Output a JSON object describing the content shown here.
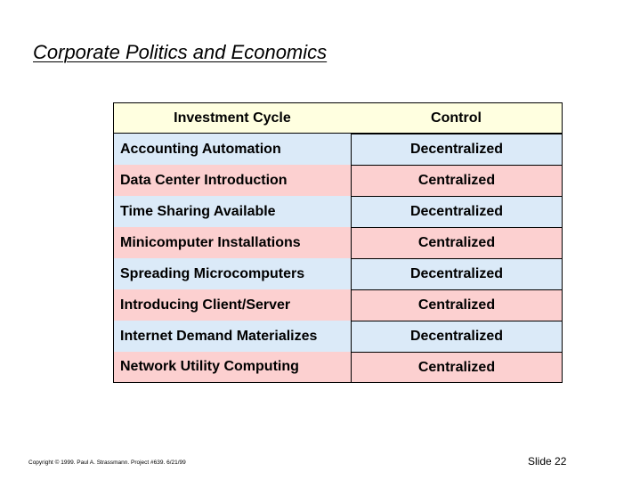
{
  "title": "Corporate Politics and Economics",
  "table": {
    "headers": [
      "Investment Cycle",
      "Control"
    ],
    "rows": [
      {
        "cycle": "Accounting Automation",
        "control": "Decentralized",
        "color": "#dbeaf8"
      },
      {
        "cycle": "Data Center Introduction",
        "control": "Centralized",
        "color": "#fcd0d0"
      },
      {
        "cycle": "Time Sharing Available",
        "control": "Decentralized",
        "color": "#dbeaf8"
      },
      {
        "cycle": "Minicomputer Installations",
        "control": "Centralized",
        "color": "#fcd0d0"
      },
      {
        "cycle": "Spreading Microcomputers",
        "control": "Decentralized",
        "color": "#dbeaf8"
      },
      {
        "cycle": "Introducing Client/Server",
        "control": "Centralized",
        "color": "#fcd0d0"
      },
      {
        "cycle": "Internet Demand Materializes",
        "control": "Decentralized",
        "color": "#dbeaf8"
      },
      {
        "cycle": "Network Utility Computing",
        "control": "Centralized",
        "color": "#fcd0d0"
      }
    ],
    "header_color": "#ffffe0"
  },
  "footer": {
    "copyright": "Copyright © 1999.  Paul A. Strassmann.  Project #639.       6/21/99",
    "slide_number": "Slide 22"
  }
}
